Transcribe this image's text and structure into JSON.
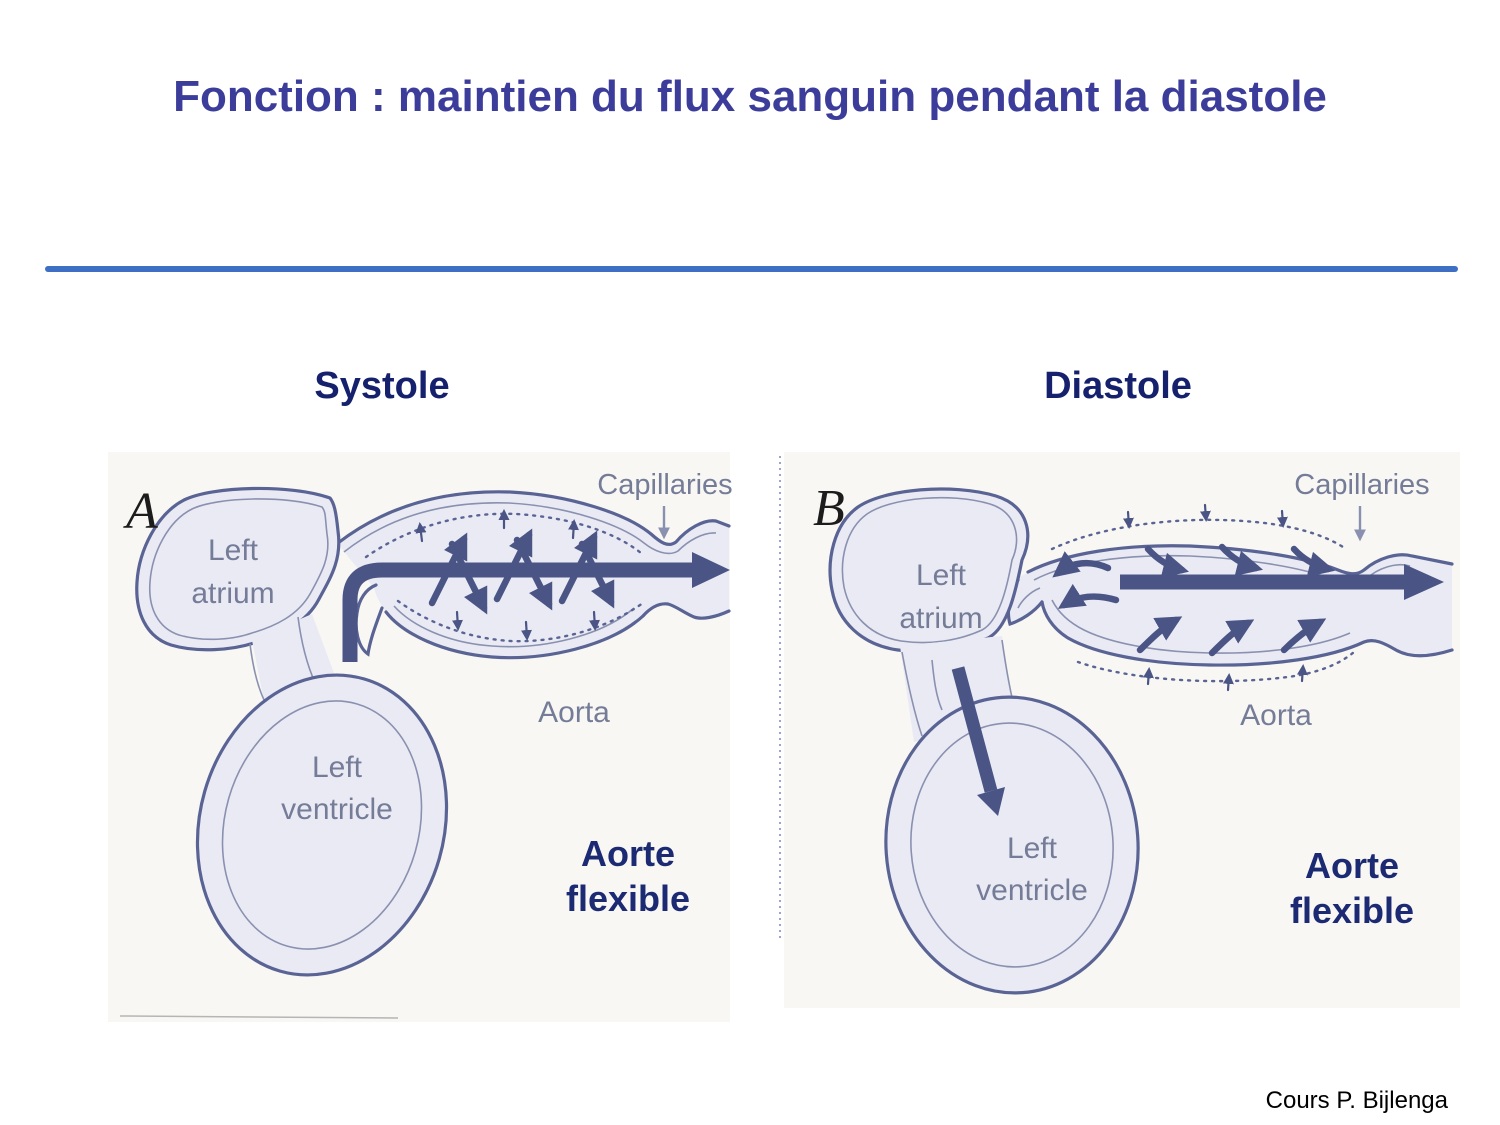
{
  "title": "Fonction : maintien du flux sanguin pendant la diastole",
  "panels": {
    "systole": {
      "heading": "Systole",
      "letter": "A",
      "labels": {
        "atrium_l1": "Left",
        "atrium_l2": "atrium",
        "ventricle_l1": "Left",
        "ventricle_l2": "ventricle",
        "aorta": "Aorta",
        "capillaries": "Capillaries",
        "annotation_l1": "Aorte",
        "annotation_l2": "flexible"
      }
    },
    "diastole": {
      "heading": "Diastole",
      "letter": "B",
      "labels": {
        "atrium_l1": "Left",
        "atrium_l2": "atrium",
        "ventricle_l1": "Left",
        "ventricle_l2": "ventricle",
        "aorta": "Aorta",
        "capillaries": "Capillaries",
        "annotation_l1": "Aorte",
        "annotation_l2": "flexible"
      }
    }
  },
  "footer": {
    "credit": "Cours P. Bijlenga"
  },
  "colors": {
    "title": "#3C3C9B",
    "heading": "#16216E",
    "accent_line": "#3E6FC4",
    "annotation": "#1B2A72",
    "outline": "#5A6494",
    "outline_thin": "#8A91B0",
    "fill": "#EAEAF4",
    "label": "#757C98",
    "arrow": "#4A5585",
    "scan_bg": "#F8F7F3",
    "divider": "#9AA6CE",
    "credit": "#000000"
  }
}
